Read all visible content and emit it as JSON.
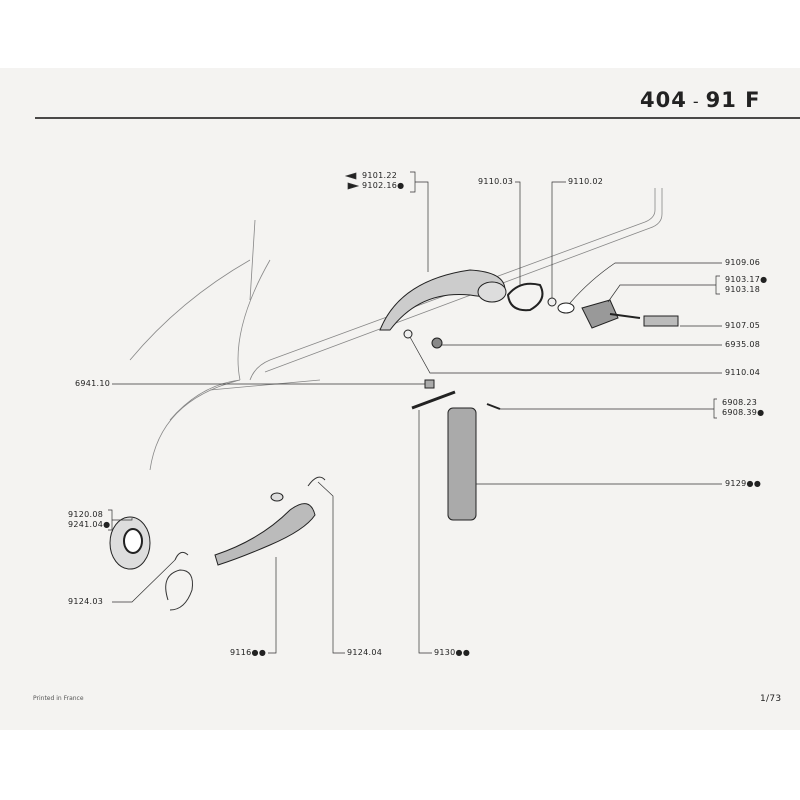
{
  "header": {
    "model": "404",
    "separator": "-",
    "section": "91 F"
  },
  "footer": {
    "printed": "Printed in France",
    "page": "1/73"
  },
  "parts": {
    "p9101_22": "9101.22",
    "p9102_16": "9102.16●",
    "p9110_03": "9110.03",
    "p9110_02": "9110.02",
    "p9109_06": "9109.06",
    "p9103_17": "9103.17●",
    "p9103_18": "9103.18",
    "p9107_05": "9107.05",
    "p6935_08": "6935.08",
    "p9110_04": "9110.04",
    "p6941_10": "6941.10",
    "p6908_23": "6908.23",
    "p6908_39": "6908.39●",
    "p9129": "9129●●",
    "p9120_08": "9120.08",
    "p9241_04": "9241.04●",
    "p9124_03": "9124.03",
    "p9116": "9116●●",
    "p9124_04": "9124.04",
    "p9130": "9130●●"
  }
}
